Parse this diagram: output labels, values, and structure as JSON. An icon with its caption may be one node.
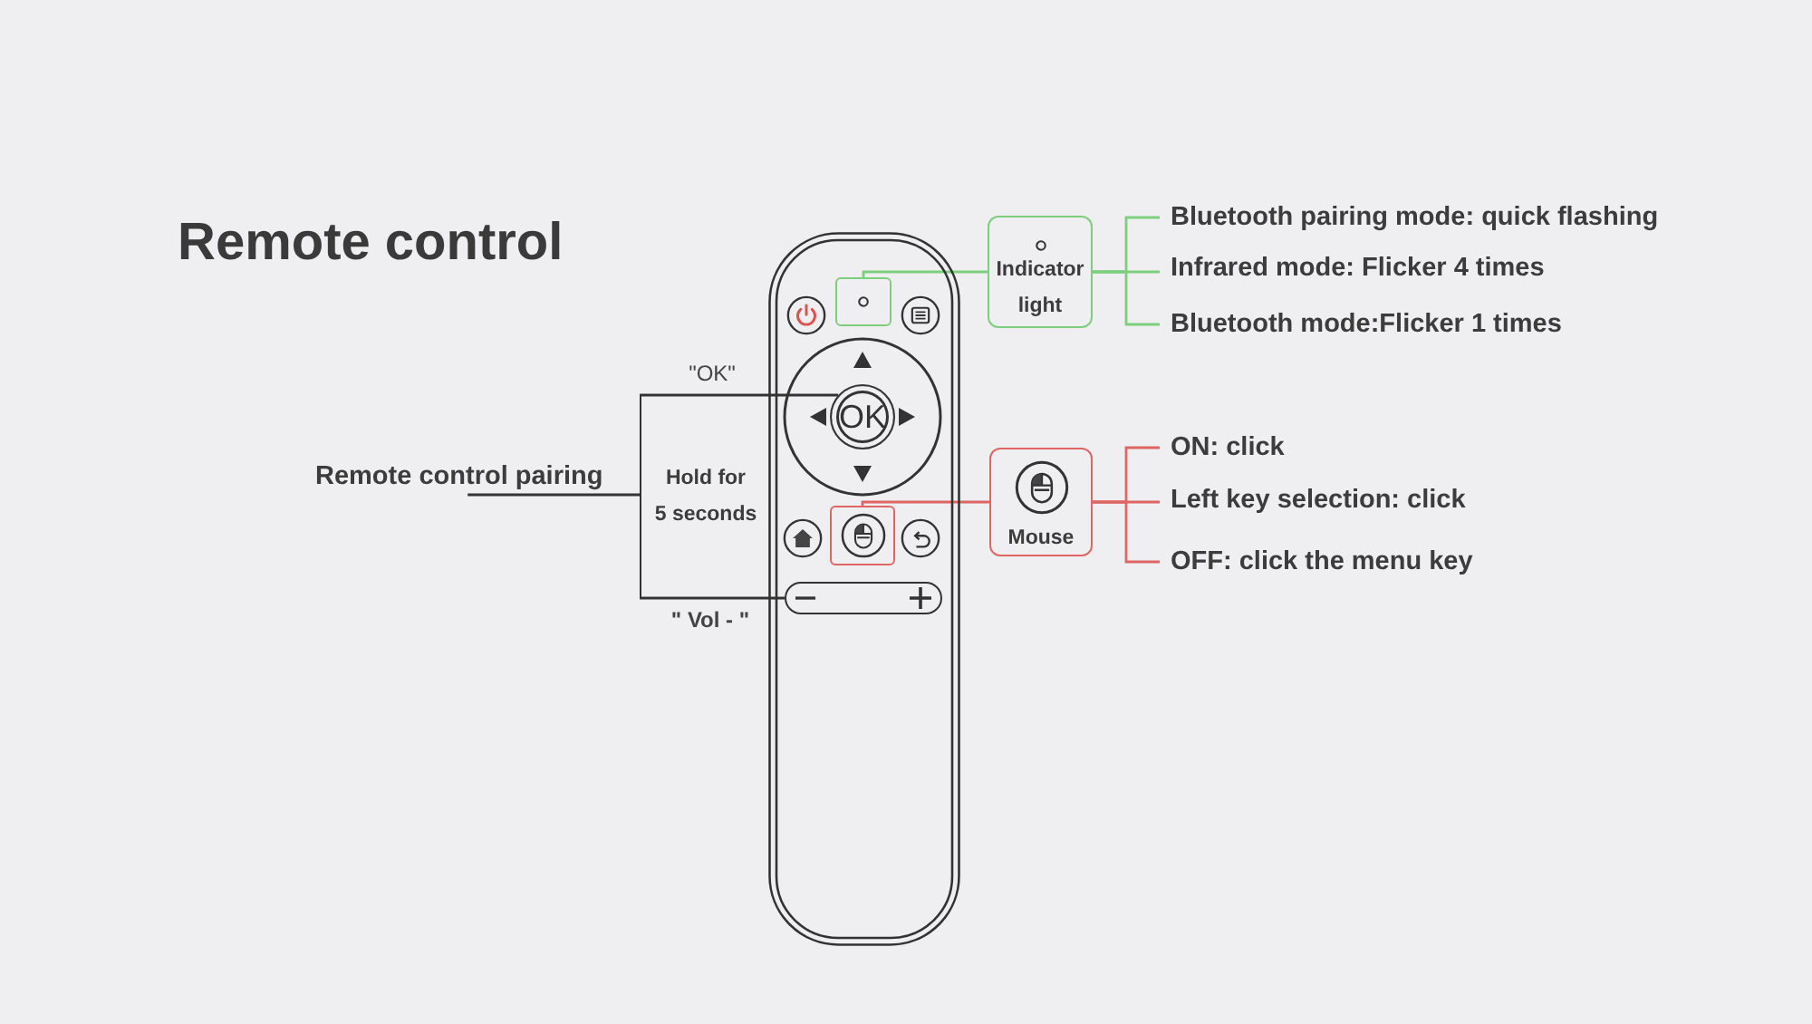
{
  "diagram": {
    "title": "Remote control",
    "nodes": [
      {
        "text": [],
        "shape": "picture"
      },
      {
        "text": [],
        "shape": "box",
        "in": 0
      },
      {
        "text": [
          "OK"
        ],
        "in": 0
      },
      {
        "text": [],
        "shape": "box",
        "in": 0
      },
      {
        "text": [],
        "shape": "bar",
        "in": 0
      },
      {
        "text": [
          "Indicator light"
        ]
      },
      {
        "text": [
          "Bluetooth pairing mode: quick flashing"
        ]
      },
      {
        "text": [
          "Infrared mode: Flicker 4 times"
        ]
      },
      {
        "text": [
          "Bluetooth mode:Flicker 1 times"
        ]
      },
      {
        "text": [
          "Remote control pairing"
        ]
      },
      {
        "text": [
          "Hold for 5 seconds"
        ]
      },
      {
        "text": [
          "Mouse"
        ]
      },
      {
        "text": [
          "ON: click"
        ]
      },
      {
        "text": [
          "Left key selection: click"
        ]
      },
      {
        "text": [
          "OFF: click the menu key"
        ]
      }
    ],
    "edges": [
      {
        "from": 1,
        "to": 5,
        "arrow": "none",
        "color": "#7dcf7d"
      },
      {
        "from": 5,
        "to": 6,
        "arrow": "none",
        "color": "#7dcf7d"
      },
      {
        "from": 5,
        "to": 7,
        "arrow": "none",
        "color": "#7dcf7d"
      },
      {
        "from": 5,
        "to": 8,
        "arrow": "none",
        "color": "#7dcf7d"
      },
      {
        "from": 9,
        "to": 10,
        "arrow": "none",
        "color": "#333333"
      },
      {
        "from": 10,
        "to": 2,
        "arrow": "none",
        "label": "\"OK\"",
        "color": "#333333"
      },
      {
        "from": 10,
        "to": 4,
        "arrow": "none",
        "label": "\" Vol - \"",
        "color": "#333333"
      },
      {
        "from": 3,
        "to": 11,
        "arrow": "none",
        "color": "#e06666"
      },
      {
        "from": 11,
        "to": 12,
        "arrow": "none",
        "color": "#e06666"
      },
      {
        "from": 11,
        "to": 13,
        "arrow": "none",
        "color": "#e06666"
      },
      {
        "from": 11,
        "to": 14,
        "arrow": "none",
        "color": "#e06666"
      }
    ]
  }
}
